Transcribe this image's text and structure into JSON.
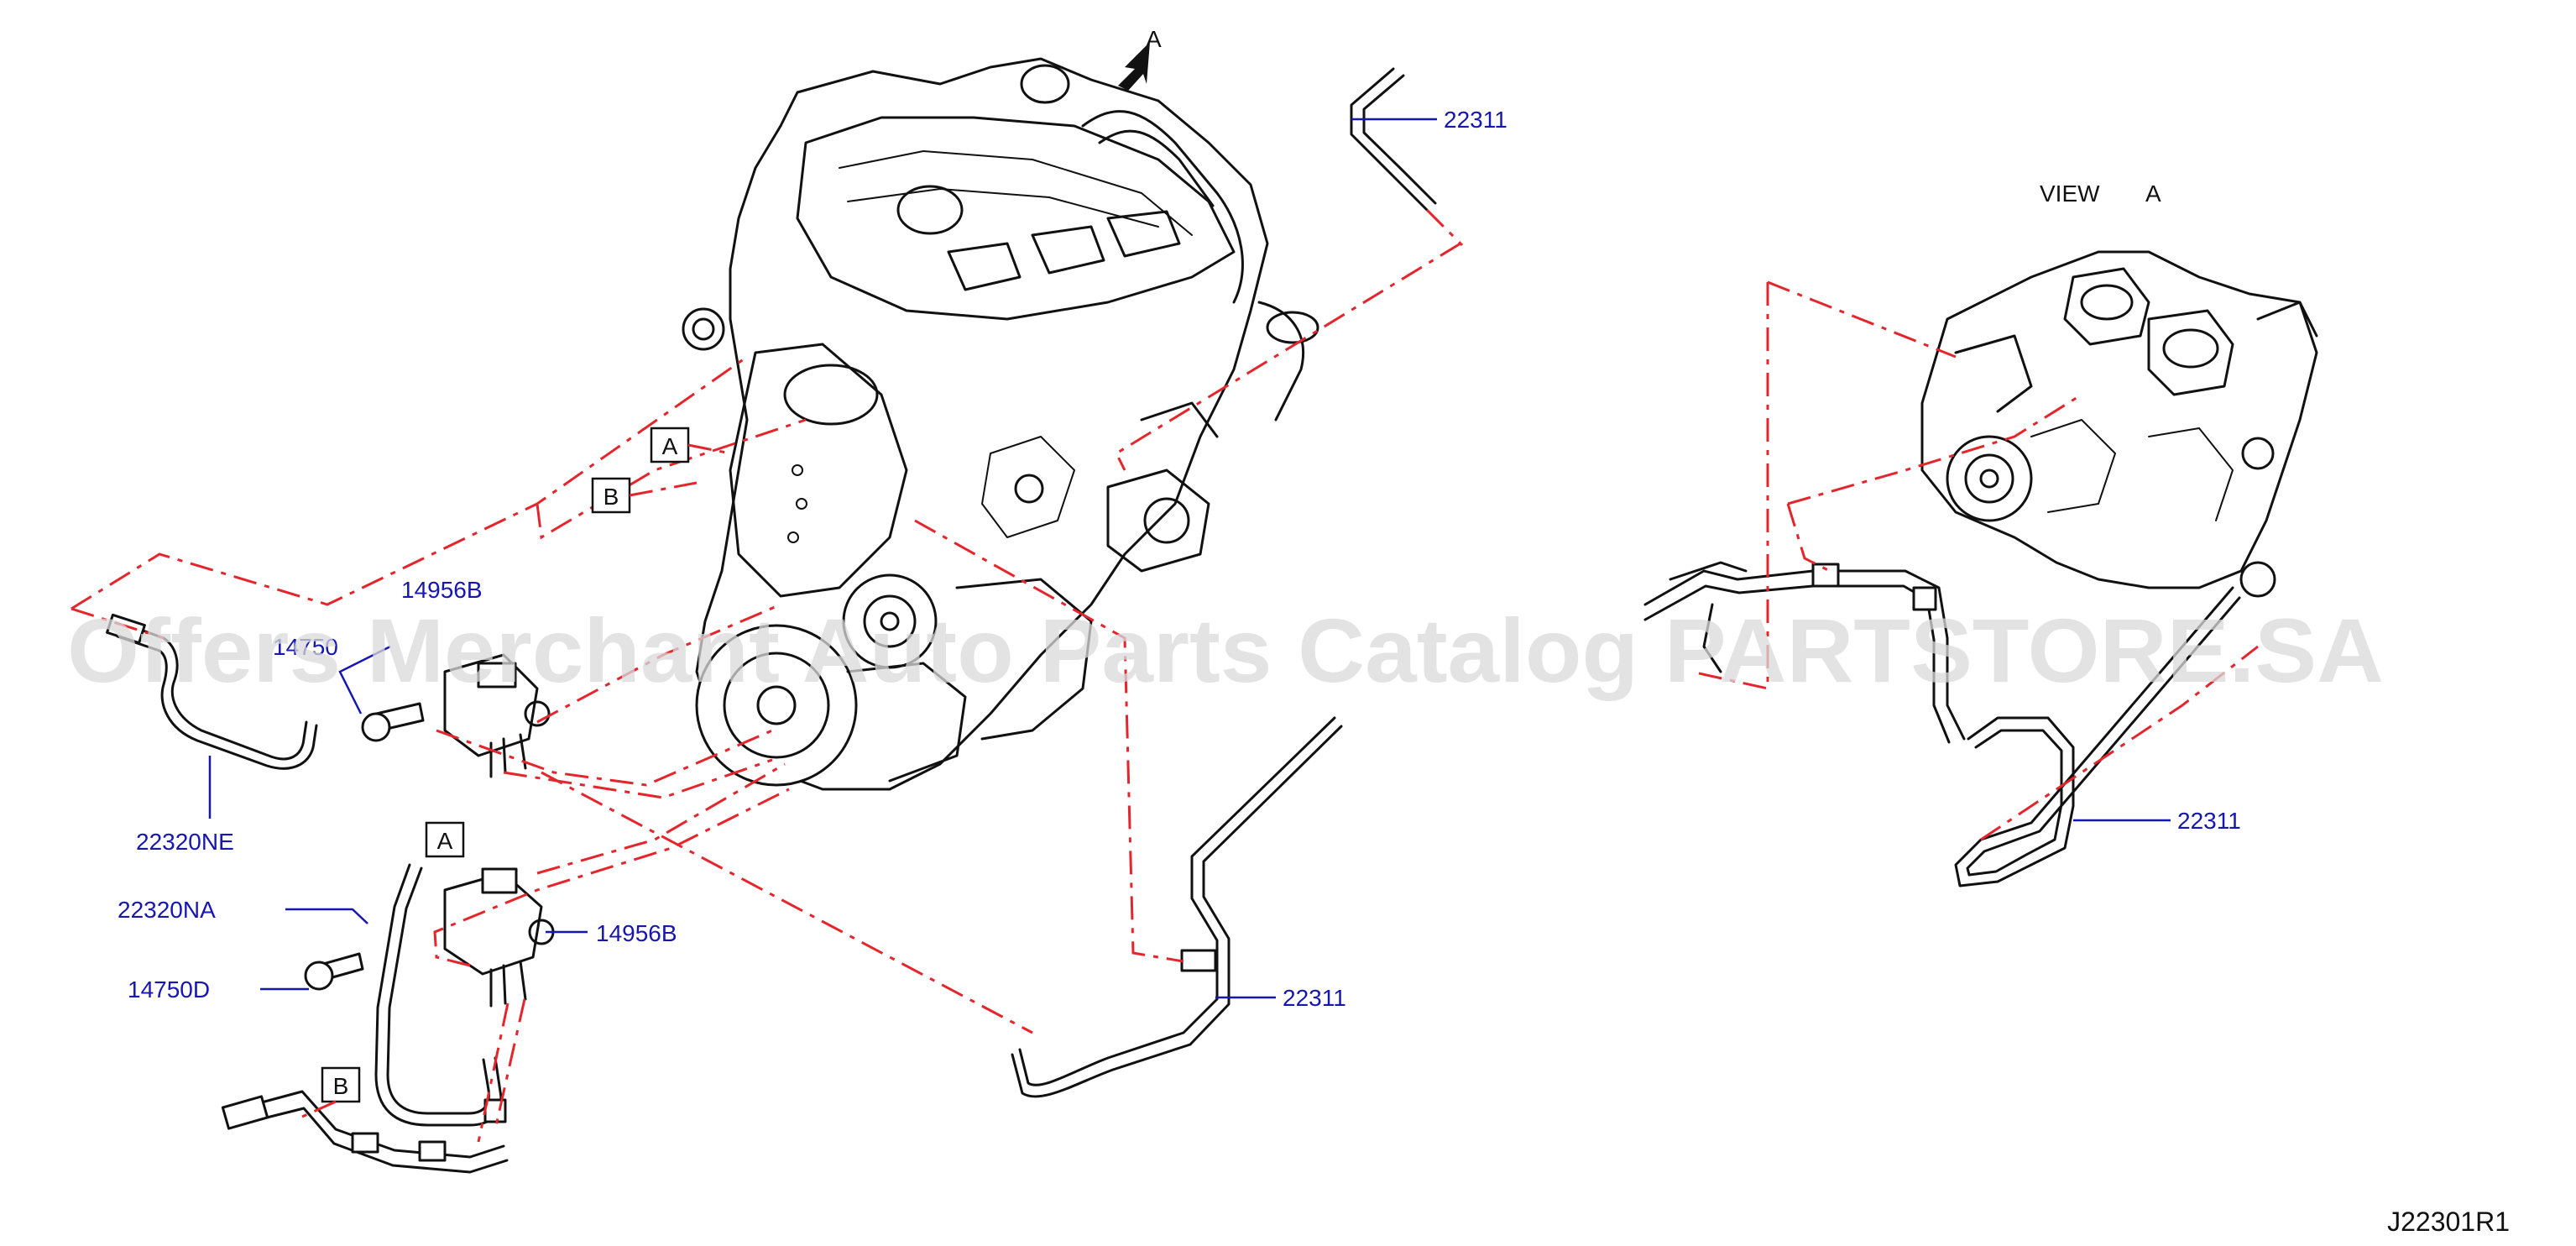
{
  "view_caption": "VIEW",
  "view_letter": "A",
  "arrow_letter": "A",
  "ref_letters": {
    "a": "A",
    "b": "B"
  },
  "watermark": "Offers Merchant Auto Parts Catalog PARTSTORE.SA",
  "drawing_code": "J22301R1",
  "colors": {
    "label": "#1616b0",
    "dash": "#e4262c",
    "ink": "#111111"
  },
  "labels": {
    "l_22311_top": "22311",
    "l_14956b_1": "14956B",
    "l_14750_1": "14750",
    "l_22320ne": "22320NE",
    "l_22320na": "22320NA",
    "l_14956b_2": "14956B",
    "l_14750d": "14750D",
    "l_22311_mid": "22311",
    "l_22311_right": "22311"
  }
}
